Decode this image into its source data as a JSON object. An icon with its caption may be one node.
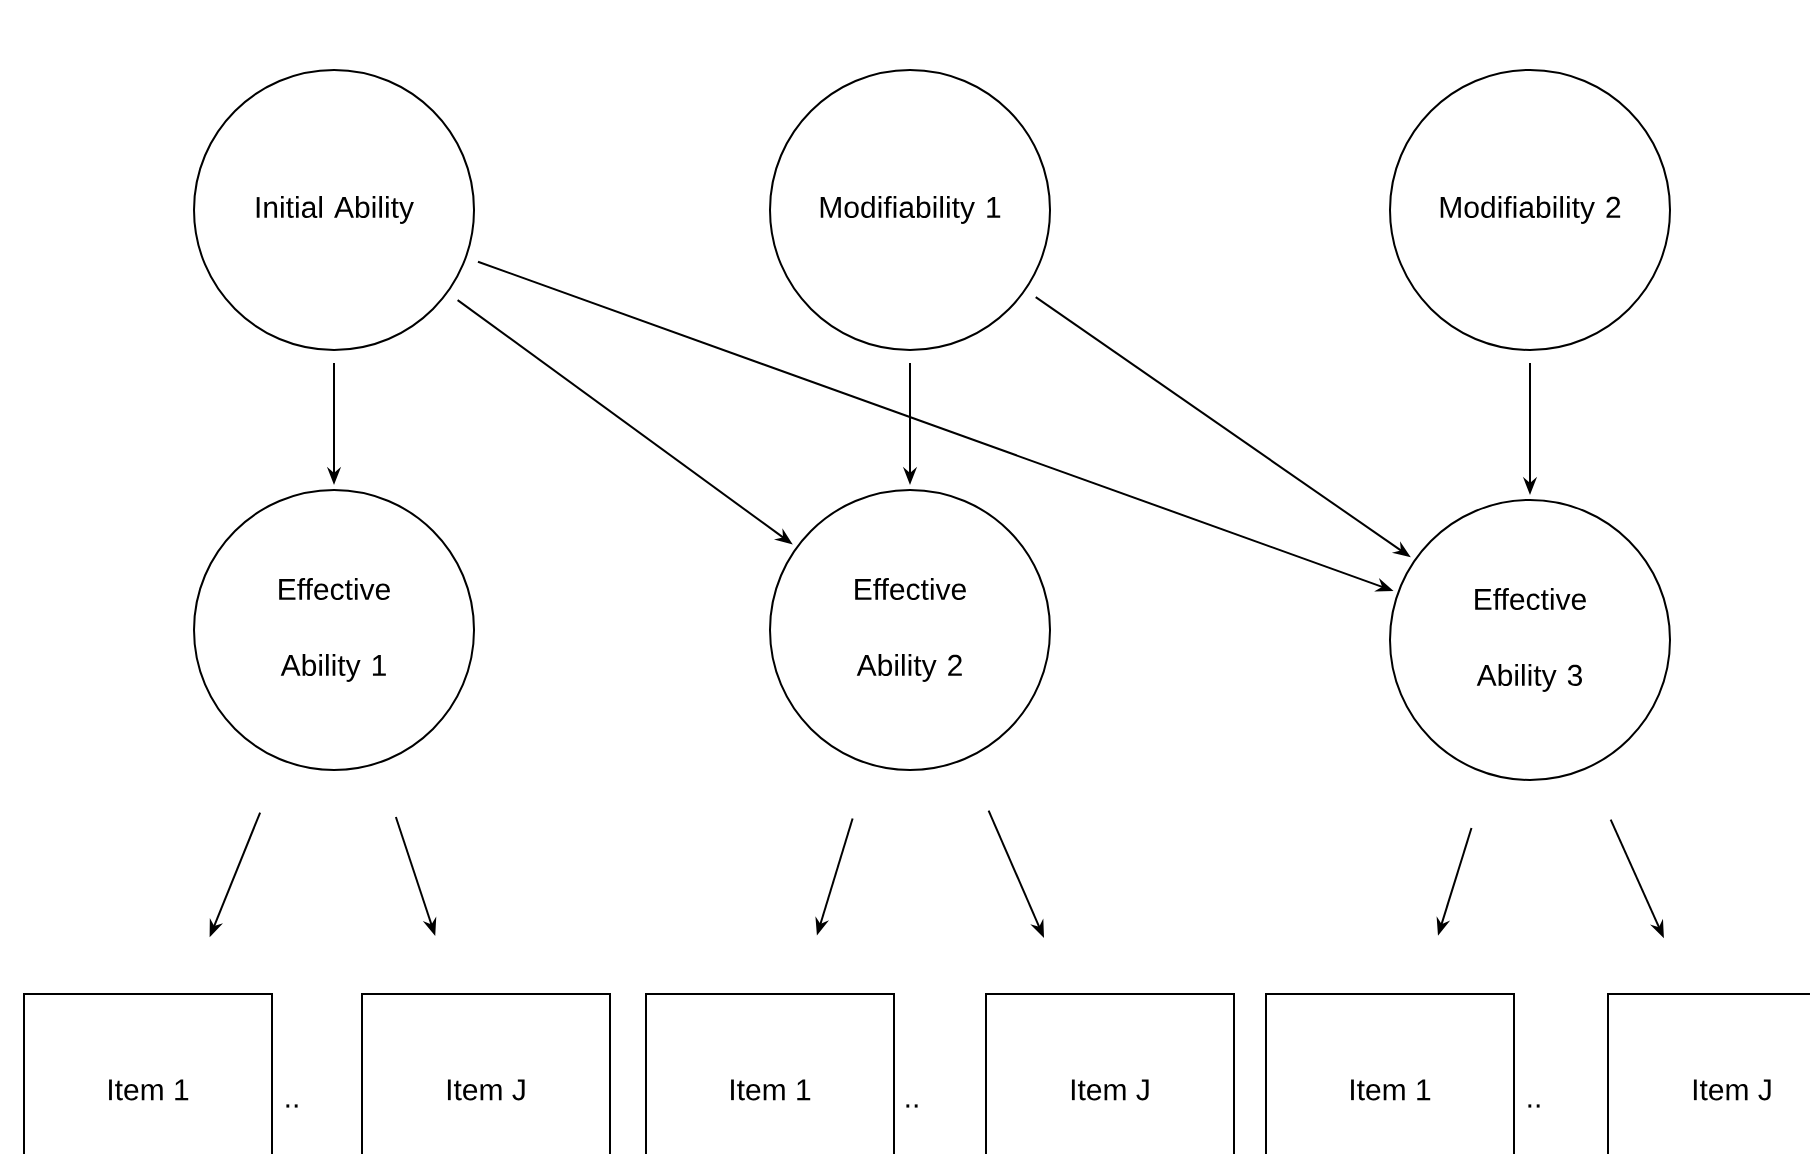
{
  "diagram": {
    "nodes": [
      {
        "text": [
          "Initial Ability"
        ]
      },
      {
        "text": [
          "Modifiability 1"
        ]
      },
      {
        "text": [
          "Modifiability 2"
        ]
      },
      {
        "text": [
          "Effective Ability 1"
        ]
      },
      {
        "text": [
          "Effective Ability 2"
        ]
      },
      {
        "text": [
          "Effective Ability 3"
        ]
      },
      {
        "text": [
          "Item 1"
        ]
      },
      {
        "text": [
          "Item J"
        ]
      },
      {
        "text": [
          "Item 1"
        ]
      },
      {
        "text": [
          "Item J"
        ]
      },
      {
        "text": [
          "Item 1"
        ]
      },
      {
        "text": [
          "Item J"
        ]
      }
    ],
    "edges": [
      {
        "from": 0,
        "to": 3,
        "arrow": "to"
      },
      {
        "from": 0,
        "to": 4,
        "arrow": "to"
      },
      {
        "from": 0,
        "to": 5,
        "arrow": "to"
      },
      {
        "from": 1,
        "to": 4,
        "arrow": "to"
      },
      {
        "from": 1,
        "to": 5,
        "arrow": "to"
      },
      {
        "from": 2,
        "to": 5,
        "arrow": "to"
      },
      {
        "from": 3,
        "to": 6,
        "arrow": "to"
      },
      {
        "from": 3,
        "to": 7,
        "arrow": "to"
      },
      {
        "from": 4,
        "to": 8,
        "arrow": "to"
      },
      {
        "from": 4,
        "to": 9,
        "arrow": "to"
      },
      {
        "from": 5,
        "to": 10,
        "arrow": "to"
      },
      {
        "from": 5,
        "to": 11,
        "arrow": "to"
      }
    ],
    "labels": [
      "..",
      "..",
      ".."
    ]
  }
}
